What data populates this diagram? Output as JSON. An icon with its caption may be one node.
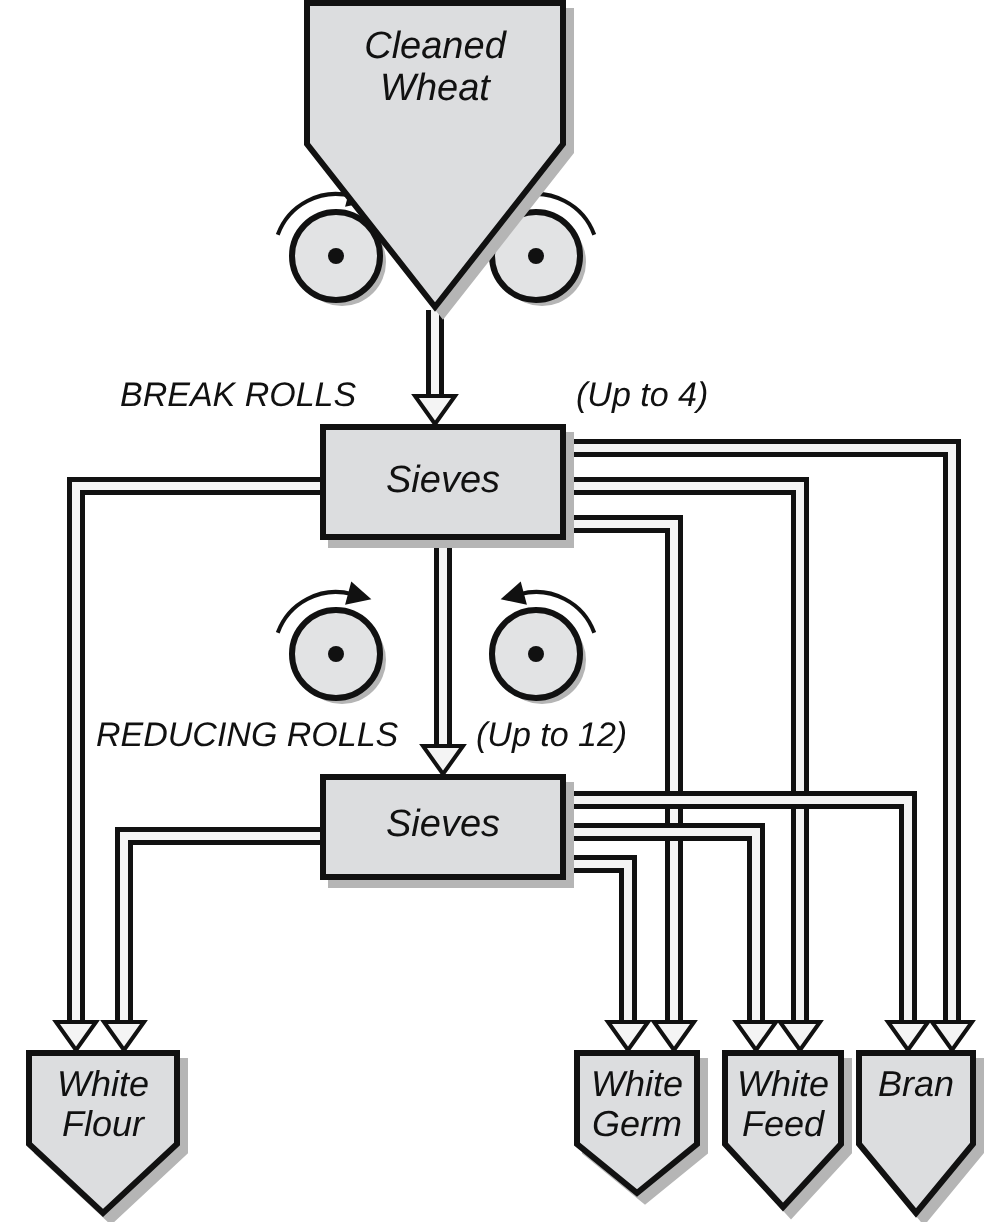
{
  "diagram": {
    "nodes": [
      {
        "text": [
          "Cleaned Wheat"
        ]
      },
      {
        "text": [
          "Sieves"
        ]
      },
      {
        "text": [
          "Sieves"
        ]
      },
      {
        "text": [
          "White Flour"
        ]
      },
      {
        "text": [
          "White Germ"
        ]
      },
      {
        "text": [
          "White Feed"
        ]
      },
      {
        "text": [
          "Bran"
        ]
      }
    ],
    "edges": [
      {
        "from": 0,
        "to": 1,
        "arrow": "to"
      },
      {
        "from": 1,
        "to": 2,
        "arrow": "to"
      },
      {
        "from": 1,
        "to": 3,
        "arrow": "to"
      },
      {
        "from": 1,
        "to": 4,
        "arrow": "to"
      },
      {
        "from": 1,
        "to": 5,
        "arrow": "to"
      },
      {
        "from": 1,
        "to": 6,
        "arrow": "to"
      },
      {
        "from": 2,
        "to": 3,
        "arrow": "to"
      },
      {
        "from": 2,
        "to": 4,
        "arrow": "to"
      },
      {
        "from": 2,
        "to": 5,
        "arrow": "to"
      },
      {
        "from": 2,
        "to": 6,
        "arrow": "to"
      }
    ],
    "labels": [
      "BREAK ROLLS",
      "(Up to 4)",
      "REDUCING ROLLS",
      "(Up to 12)"
    ]
  }
}
